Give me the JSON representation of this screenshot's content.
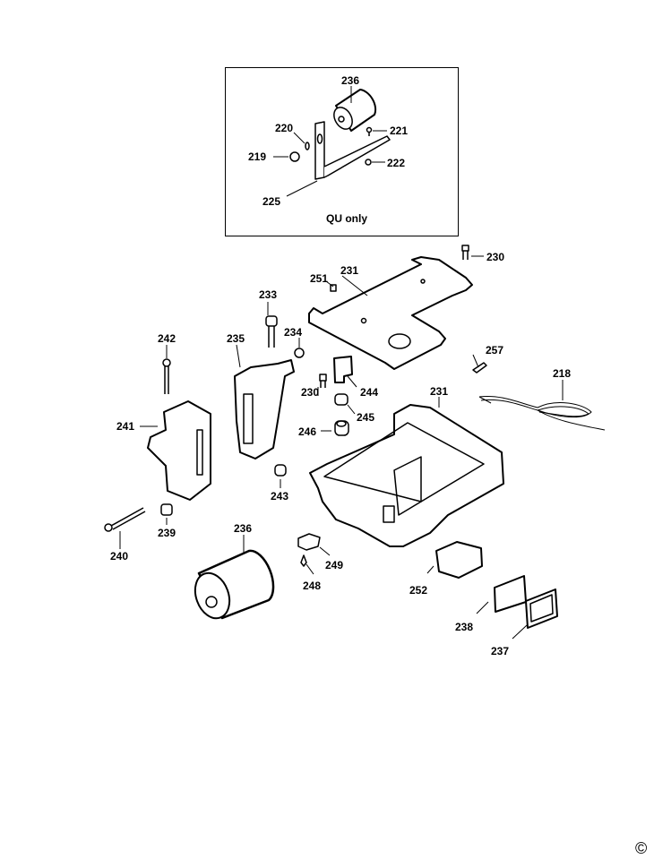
{
  "diagram": {
    "type": "exploded-parts-diagram",
    "inset": {
      "note": "QU only",
      "labels": [
        "236",
        "220",
        "221",
        "219",
        "222",
        "225"
      ]
    },
    "labels": {
      "l236_inset": "236",
      "l220": "220",
      "l221": "221",
      "l219": "219",
      "l222": "222",
      "l225": "225",
      "l230_top": "230",
      "l251": "251",
      "l231_top": "231",
      "l233": "233",
      "l242": "242",
      "l235": "235",
      "l234": "234",
      "l257": "257",
      "l218": "218",
      "l230_mid": "230",
      "l244": "244",
      "l231_base": "231",
      "l241": "241",
      "l245": "245",
      "l246": "246",
      "l243": "243",
      "l239": "239",
      "l240": "240",
      "l236": "236",
      "l249": "249",
      "l248": "248",
      "l252": "252",
      "l238": "238",
      "l237": "237"
    },
    "copyright": "©"
  }
}
